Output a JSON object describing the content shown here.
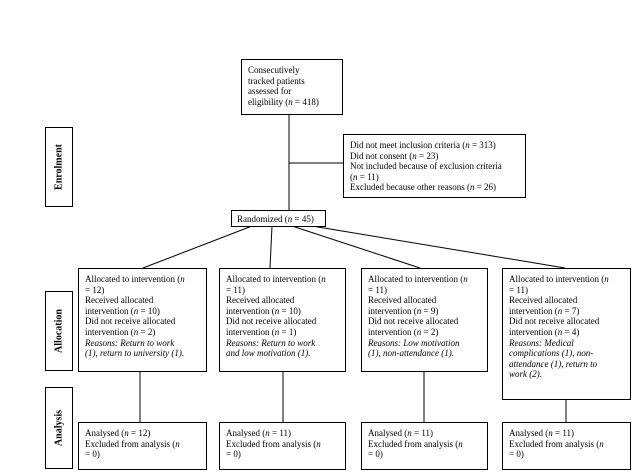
{
  "sections": {
    "enrolment": "Enrolment",
    "allocation": "Allocation",
    "analysis": "Analysis"
  },
  "assessed": [
    "Consecutively",
    "tracked patients",
    "assessed for",
    "eligibility (n = 418)"
  ],
  "excluded": [
    "Did not meet inclusion criteria (n = 313)",
    "Did not consent (n = 23)",
    "Not included because of exclusion criteria",
    "(n = 11)",
    "Excluded because other reasons (n = 26)"
  ],
  "randomized": "Randomized (n = 45)",
  "allocation": [
    {
      "lines": [
        "Allocated to intervention (n",
        "= 12)",
        "Received allocated",
        "intervention (n = 10)",
        "Did not receive allocated",
        "intervention (n = 2)"
      ],
      "reasons": [
        "Reasons: Return to work",
        "(1), return to university (1)."
      ]
    },
    {
      "lines": [
        "Allocated to intervention (n",
        "= 11)",
        "Received allocated",
        "intervention (n = 10)",
        "Did not receive allocated",
        "intervention (n = 1)"
      ],
      "reasons": [
        "Reasons: Return to work",
        "and low motivation (1)."
      ]
    },
    {
      "lines": [
        "Allocated to intervention (n",
        "= 11)",
        "Received allocated",
        "intervention (n = 9)",
        "Did not receive allocated",
        "intervention (n = 2)"
      ],
      "reasons": [
        "Reasons: Low motivation",
        "(1), non-attendance (1)."
      ]
    },
    {
      "lines": [
        "Allocated to intervention (n",
        "= 11)",
        "Received allocated",
        "intervention (n = 7)",
        "Did not receive allocated",
        "intervention (n = 4)"
      ],
      "reasons": [
        "Reasons: Medical",
        "complications (1), non-",
        "attendance (1), return to",
        "work (2)."
      ]
    }
  ],
  "analysis": [
    [
      "Analysed (n = 12)",
      "Excluded from analysis (n",
      "= 0)"
    ],
    [
      "Analysed (n = 11)",
      "Excluded from analysis (n",
      "= 0)"
    ],
    [
      "Analysed (n = 11)",
      "Excluded from analysis (n",
      "= 0)"
    ],
    [
      "Analysed (n = 11)",
      "Excluded from analysis (n",
      "= 0)"
    ]
  ]
}
